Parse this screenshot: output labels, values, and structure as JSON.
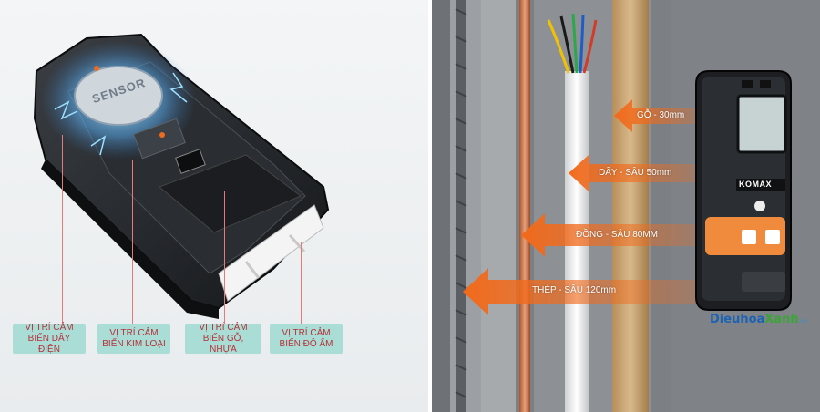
{
  "sensor_labels": [
    {
      "line1": "VỊ TRÍ CẢM",
      "line2": "BIẾN DÂY ĐIỆN"
    },
    {
      "line1": "VỊ TRÍ CẢM",
      "line2": "BIẾN KIM LOẠI"
    },
    {
      "line1": "VỊ TRÍ CẢM",
      "line2": "BIẾN GỖ, NHỰA"
    },
    {
      "line1": "VỊ TRÍ CẢM",
      "line2": "BIẾN ĐỘ ẨM"
    }
  ],
  "device_text": {
    "sensor": "SENSOR",
    "brand": "KOMAX"
  },
  "depth_arrows": [
    {
      "label": "GỖ - 30mm"
    },
    {
      "label": "DÂY - SÂU 50mm"
    },
    {
      "label": "ĐỒNG - SÂU 80MM"
    },
    {
      "label": "THÉP - SÂU 120mm"
    }
  ],
  "watermark": {
    "part1": "Dieuhoa",
    "part2": "Xanh",
    "part3": ".vn"
  },
  "colors": {
    "label_bg": "#a9ddd5",
    "label_text": "#b7323a",
    "arrow": "#f26a1b",
    "wall": "#8b8f93"
  }
}
